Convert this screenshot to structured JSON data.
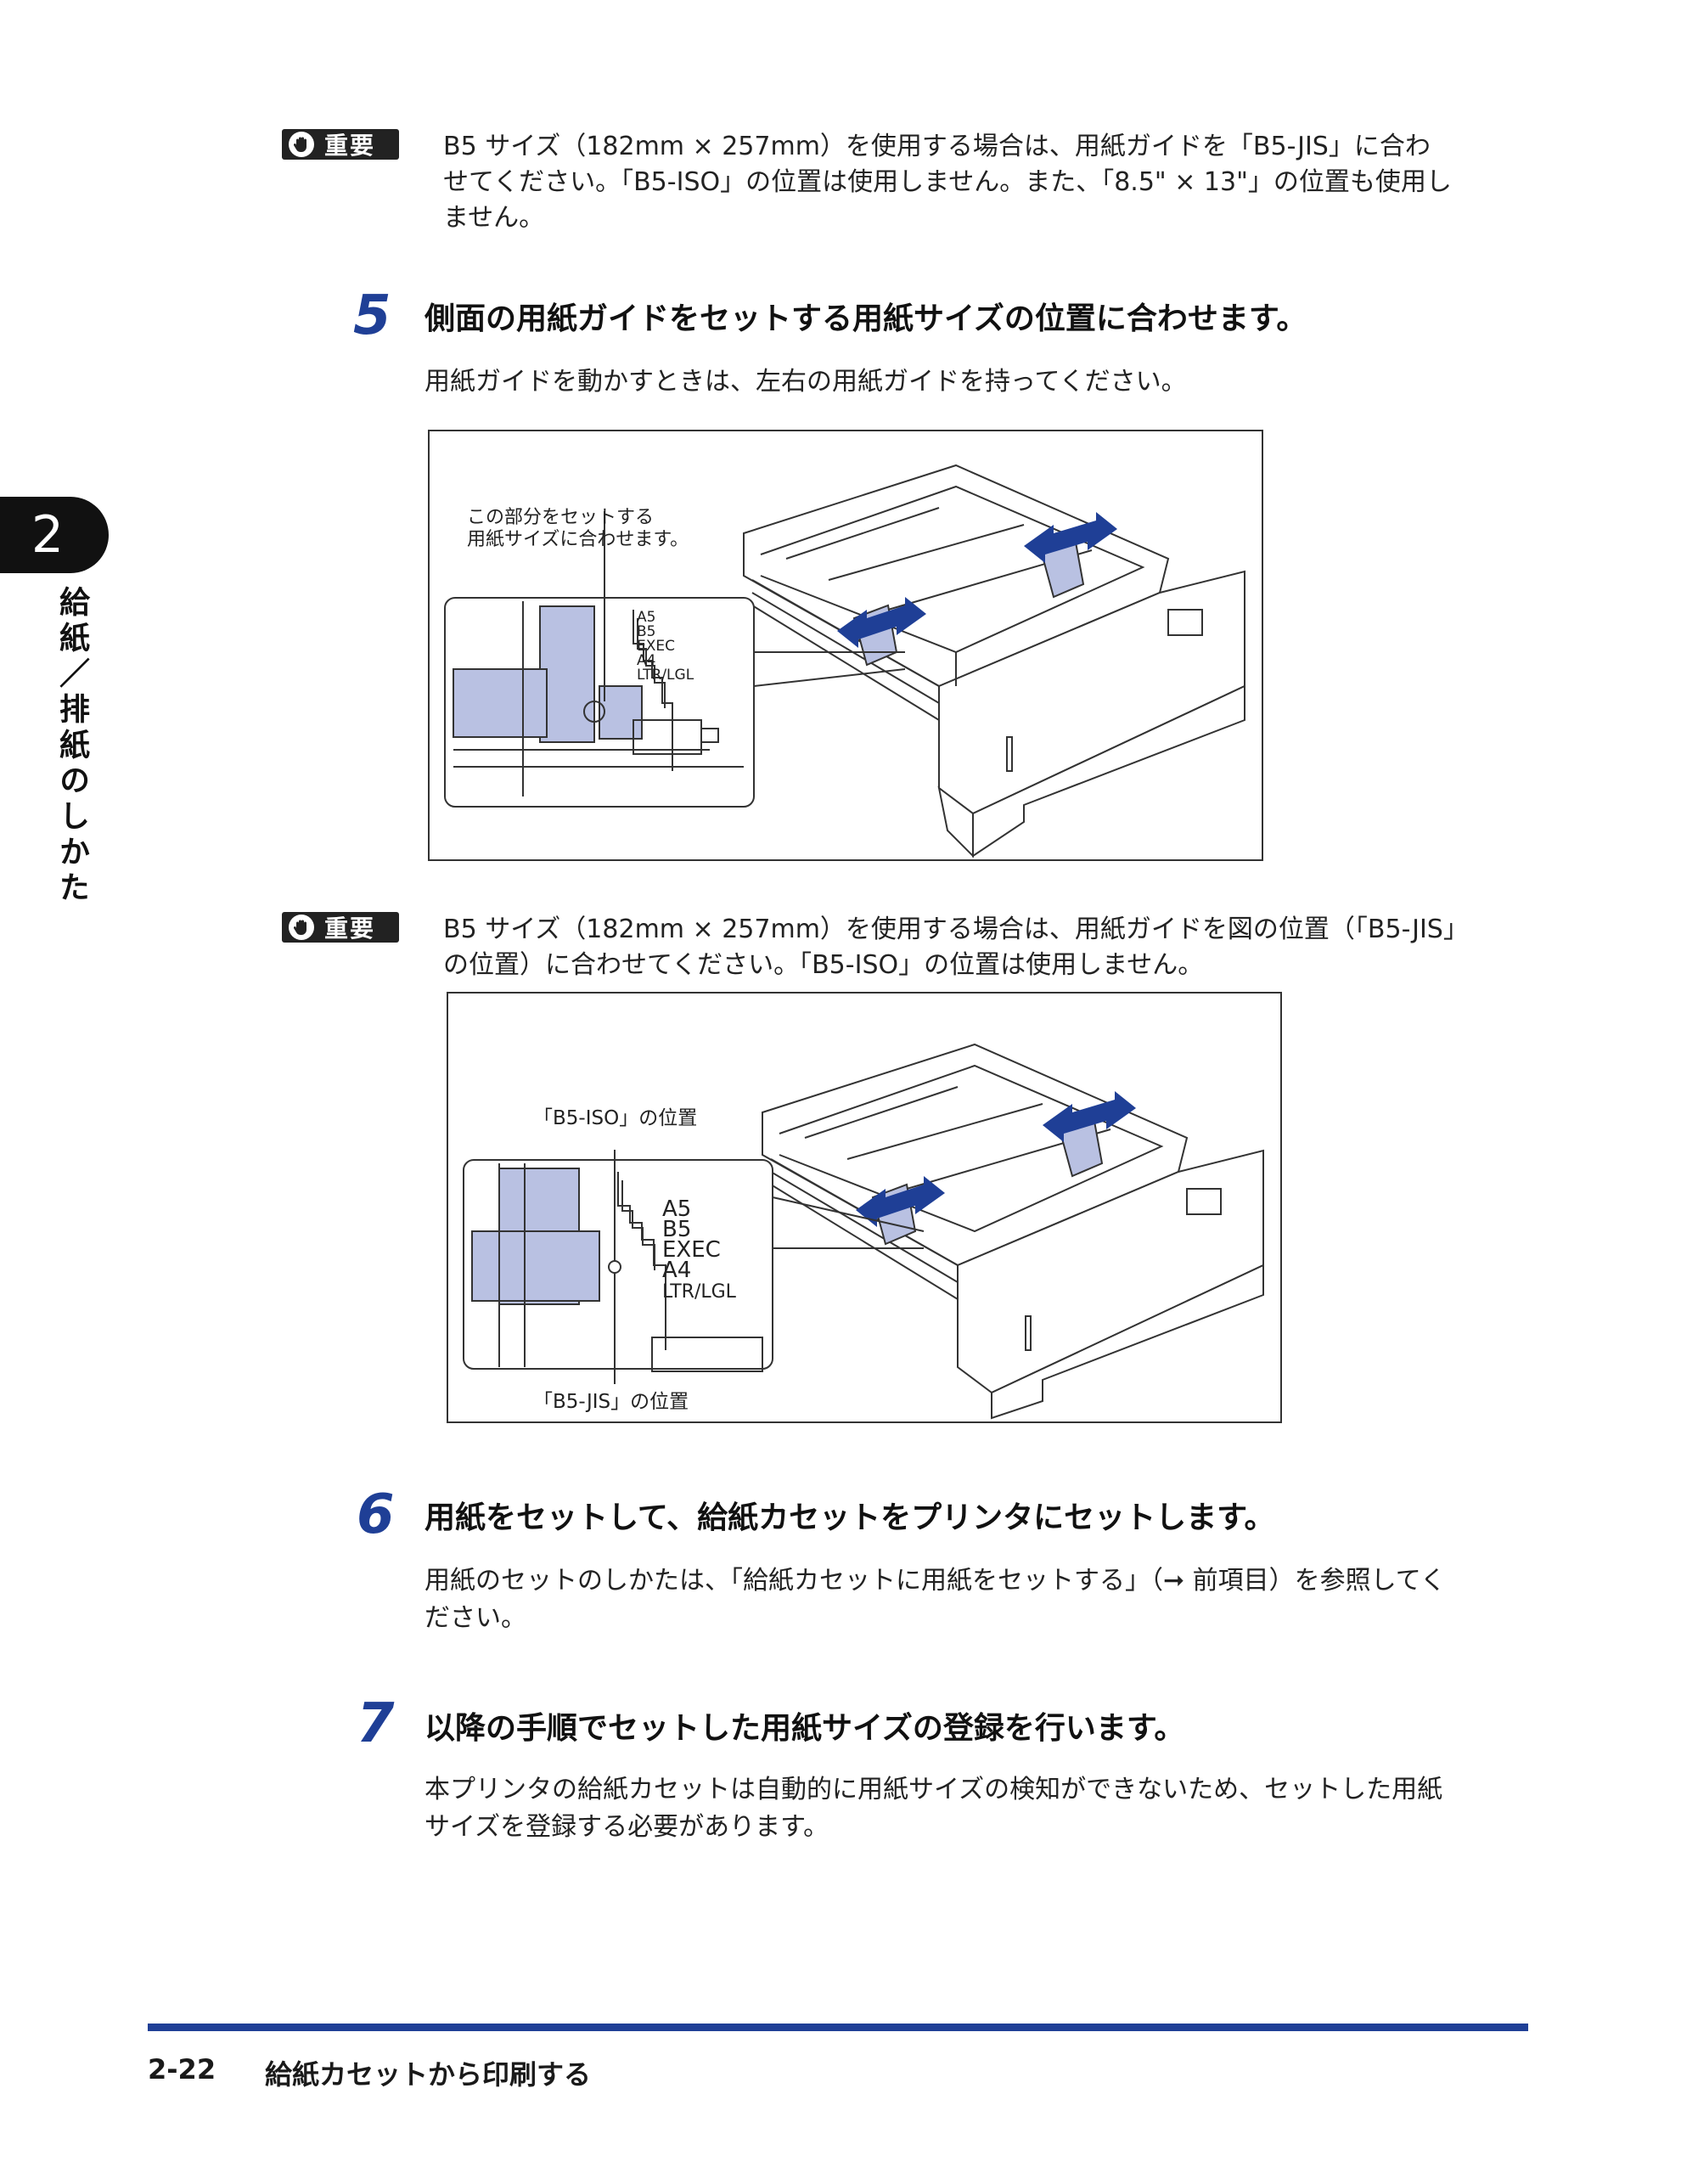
{
  "chapter": {
    "number": "2",
    "title": "給紙／排紙のしかた"
  },
  "notice1": {
    "label": "重要",
    "lines": [
      "B5 サイズ（182mm × 257mm）を使用する場合は、用紙ガイドを「B5-JIS」に合わ",
      "せてください。「B5-ISO」の位置は使用しません。また、「8.5\" × 13\"」の位置も使用し",
      "ません。"
    ]
  },
  "step5": {
    "number": "5",
    "title": "側面の用紙ガイドをセットする用紙サイズの位置に合わせます。",
    "desc": "用紙ガイドを動かすときは、左右の用紙ガイドを持ってください。",
    "figure": {
      "callout_line1": "この部分をセットする",
      "callout_line2": "用紙サイズに合わせます。",
      "scale": [
        "A5",
        "B5",
        "EXEC",
        "A4",
        "LTR/LGL"
      ]
    }
  },
  "notice2": {
    "label": "重要",
    "lines": [
      "B5 サイズ（182mm × 257mm）を使用する場合は、用紙ガイドを図の位置（「B5-JIS」",
      "の位置）に合わせてください。「B5-ISO」の位置は使用しません。"
    ],
    "figure": {
      "label_iso": "「B5-ISO」の位置",
      "label_jis": "「B5-JIS」の位置",
      "scale": [
        "A5",
        "B5",
        "EXEC",
        "A4",
        "LTR/LGL"
      ]
    }
  },
  "step6": {
    "number": "6",
    "title": "用紙をセットして、給紙カセットをプリンタにセットします。",
    "desc_lines": [
      "用紙のセットのしかたは、「給紙カセットに用紙をセットする」（➞ 前項目）を参照してく",
      "ださい。"
    ]
  },
  "step7": {
    "number": "7",
    "title": "以降の手順でセットした用紙サイズの登録を行います。",
    "desc_lines": [
      "本プリンタの給紙カセットは自動的に用紙サイズの検知ができないため、セットした用紙",
      "サイズを登録する必要があります。"
    ]
  },
  "footer": {
    "page": "2-22",
    "title": "給紙カセットから印刷する"
  },
  "colors": {
    "accent": "#1f3f96",
    "guide_fill": "#b9c1e2",
    "arrow": "#1f3f96"
  }
}
